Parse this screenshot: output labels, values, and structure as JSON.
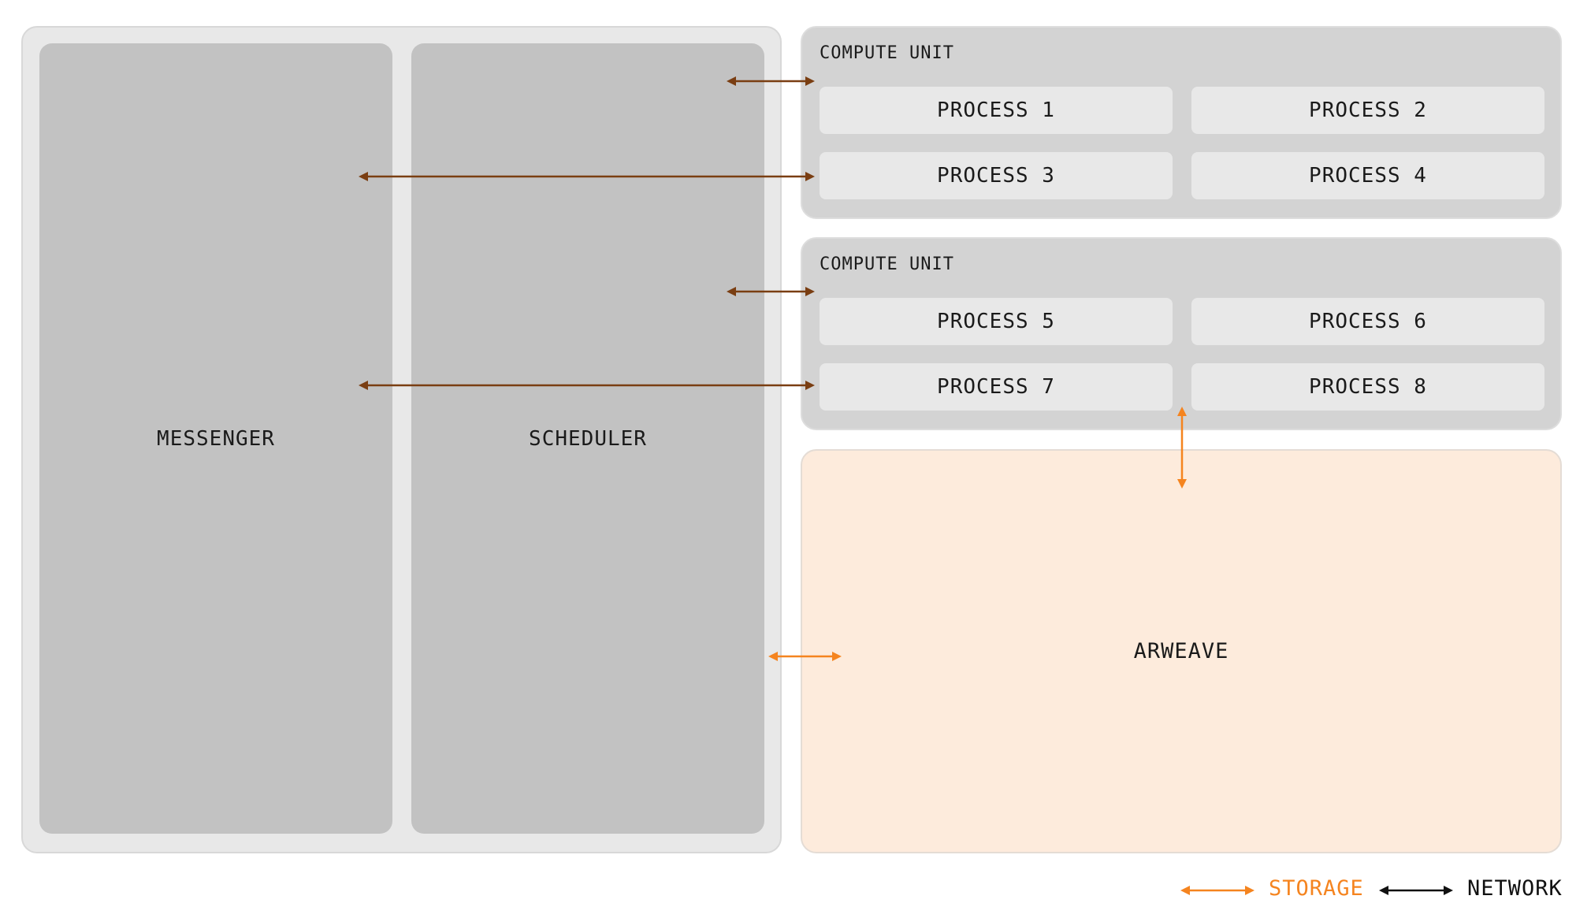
{
  "left": {
    "messenger_label": "MESSENGER",
    "scheduler_label": "SCHEDULER"
  },
  "compute_units": [
    {
      "label": "COMPUTE UNIT",
      "processes": [
        "PROCESS 1",
        "PROCESS 2",
        "PROCESS 3",
        "PROCESS 4"
      ]
    },
    {
      "label": "COMPUTE UNIT",
      "processes": [
        "PROCESS 5",
        "PROCESS 6",
        "PROCESS 7",
        "PROCESS 8"
      ]
    }
  ],
  "arweave_label": "ARWEAVE",
  "legend": {
    "storage_label": "STORAGE",
    "network_label": "NETWORK"
  },
  "colors": {
    "storage_arrow": "#f5841f",
    "network_arrow": "#111111",
    "internal_arrow": "#7a3e12",
    "arweave_fill": "#fdebdc",
    "panel_fill": "#c2c2c2",
    "compute_unit_fill": "#d3d3d3"
  }
}
